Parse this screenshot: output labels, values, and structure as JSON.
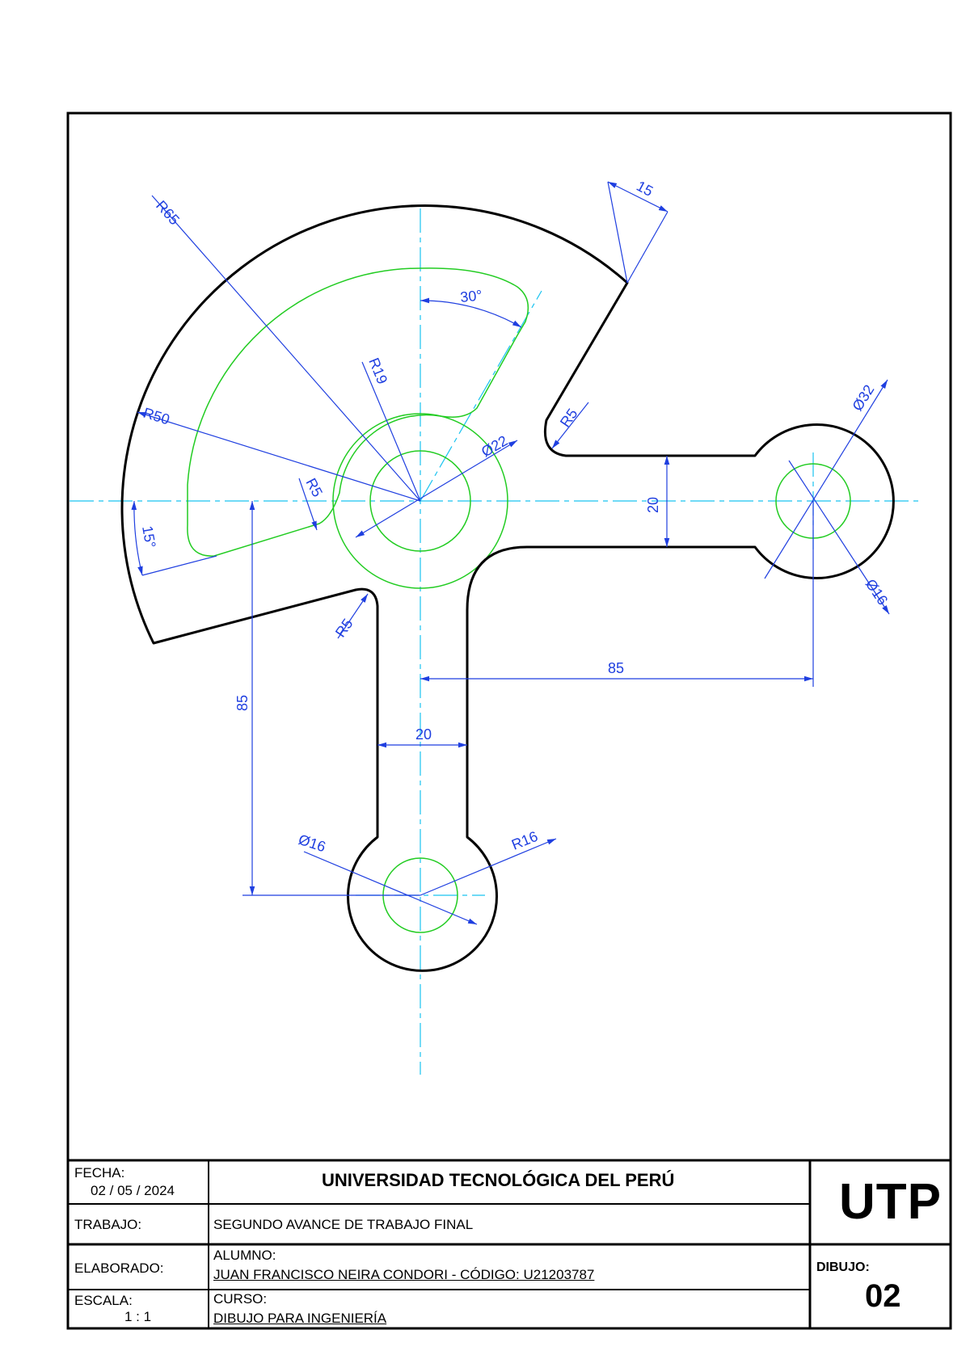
{
  "title_block": {
    "fecha_label": "FECHA:",
    "fecha_value": "02 / 05 / 2024",
    "university": "UNIVERSIDAD TECNOLÓGICA DEL PERÚ",
    "logo_text": "UTP",
    "trabajo_label": "TRABAJO:",
    "trabajo_value": "SEGUNDO AVANCE DE TRABAJO FINAL",
    "elaborado_label": "ELABORADO:",
    "alumno_label": "ALUMNO:",
    "alumno_value": "JUAN FRANCISCO NEIRA CONDORI - CÓDIGO: U21203787",
    "escala_label": "ESCALA:",
    "escala_value": "1 : 1",
    "curso_label": "CURSO:",
    "curso_value": "DIBUJO PARA INGENIERÍA",
    "dibujo_label": "DIBUJO:",
    "dibujo_value": "02"
  },
  "dimensions": {
    "r65": "R65",
    "d15": "15",
    "a30": "30°",
    "r19": "R19",
    "r50": "R50",
    "r5_slot": "R5",
    "d22": "Ø22",
    "r5_top": "R5",
    "d32": "Ø32",
    "d20_right": "20",
    "a15": "15°",
    "r5_left": "R5",
    "d16_right": "Ø16",
    "d85_h": "85",
    "d85_v": "85",
    "d20_bottom": "20",
    "d16_bottom": "Ø16",
    "r16": "R16"
  },
  "colors": {
    "outline": "#000000",
    "centerline": "#19c3f0",
    "construction": "#22cc22",
    "dimension": "#1f3fe0"
  }
}
